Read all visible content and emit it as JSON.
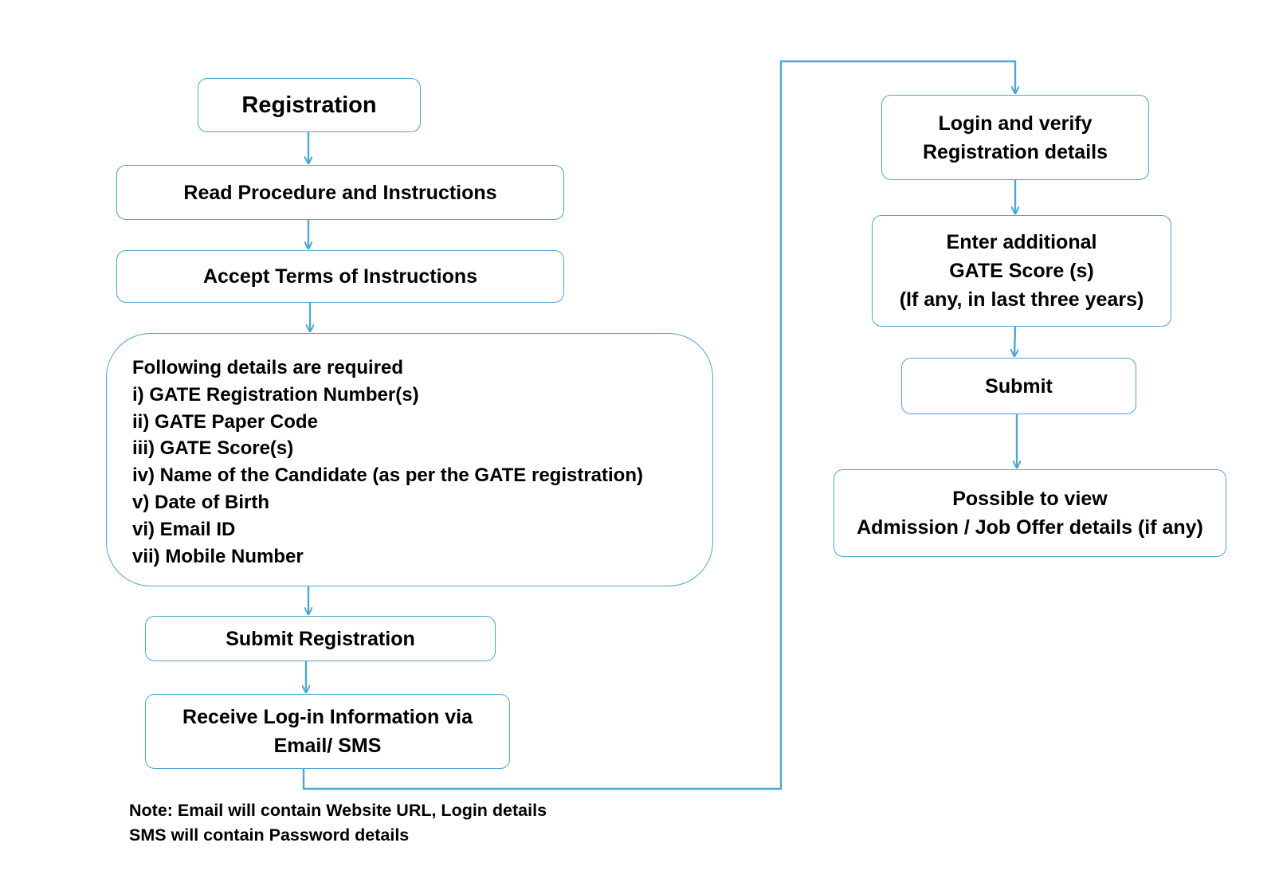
{
  "diagram": {
    "colors": {
      "border": "#4fa6cf",
      "arrow": "#4fa6cf",
      "text": "#000000",
      "background": "#ffffff"
    },
    "steps": {
      "registration": {
        "lines": [
          "Registration"
        ]
      },
      "read_procedure": {
        "lines": [
          "Read Procedure and Instructions"
        ]
      },
      "accept_terms": {
        "lines": [
          "Accept Terms of Instructions"
        ]
      },
      "required_details": {
        "lines": [
          "Following details are required",
          "i) GATE Registration Number(s)",
          "ii) GATE Paper Code",
          "iii) GATE Score(s)",
          "iv) Name of the Candidate (as per the GATE registration)",
          "v) Date of Birth",
          "vi) Email ID",
          "vii) Mobile Number"
        ]
      },
      "submit_registration": {
        "lines": [
          "Submit Registration"
        ]
      },
      "receive_login": {
        "lines": [
          "Receive Log-in Information via",
          "Email/ SMS"
        ]
      },
      "login_verify": {
        "lines": [
          "Login and verify",
          "Registration details"
        ]
      },
      "enter_scores": {
        "lines": [
          "Enter additional",
          "GATE Score (s)",
          "(If any, in last three years)"
        ]
      },
      "submit": {
        "lines": [
          "Submit"
        ]
      },
      "possible_view": {
        "lines": [
          "Possible to view",
          "Admission / Job Offer details (if any)"
        ]
      }
    },
    "note": {
      "lines": [
        "Note: Email will contain Website URL, Login details",
        "SMS will contain Password details"
      ]
    }
  }
}
